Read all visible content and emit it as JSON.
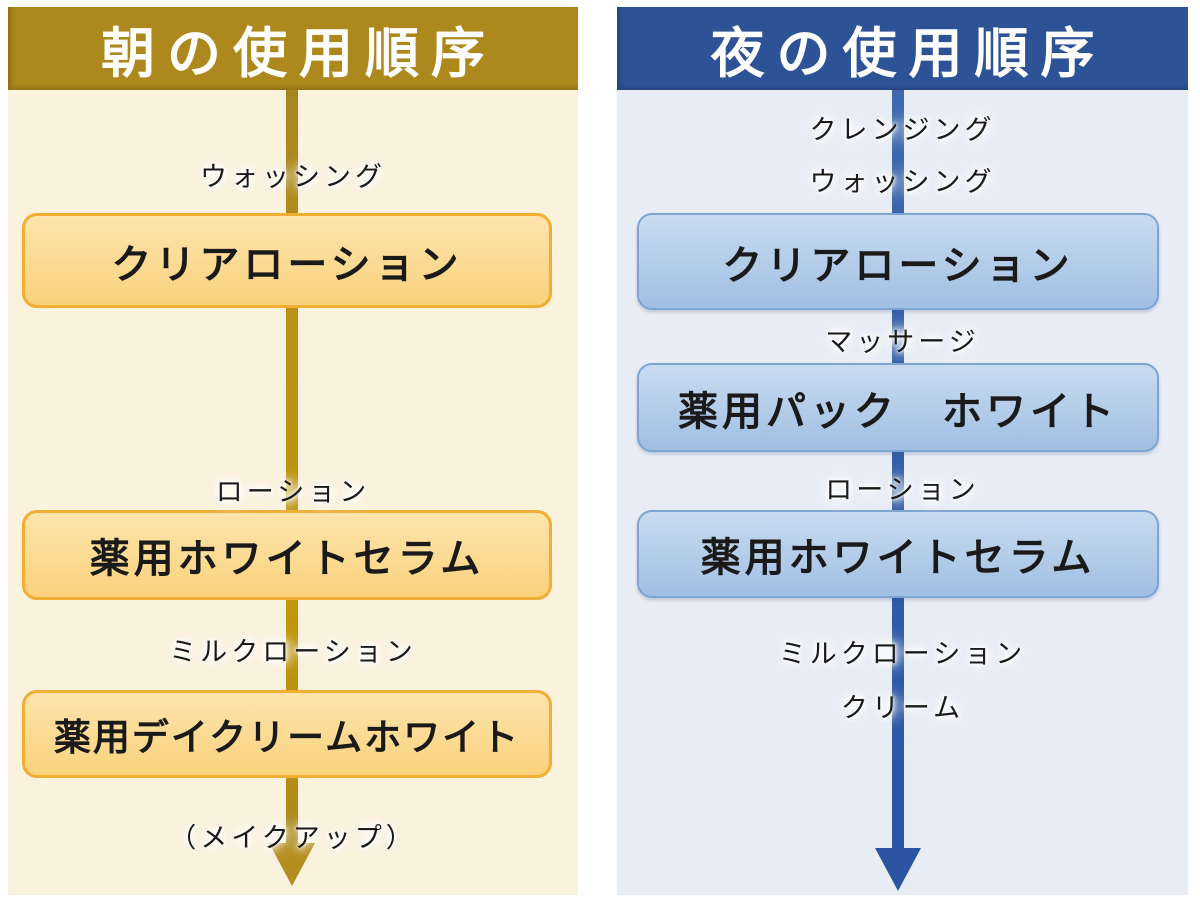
{
  "morning": {
    "title": "朝の使用順序",
    "steps": [
      {
        "kind": "label",
        "text": "ウォッシング"
      },
      {
        "kind": "box",
        "text": "クリアローション"
      },
      {
        "kind": "label",
        "text": "ローション"
      },
      {
        "kind": "box",
        "text": "薬用ホワイトセラム"
      },
      {
        "kind": "label",
        "text": "ミルクローション"
      },
      {
        "kind": "box",
        "text": "薬用デイクリームホワイト"
      },
      {
        "kind": "label",
        "text": "（メイクアップ）"
      }
    ]
  },
  "night": {
    "title": "夜の使用順序",
    "steps": [
      {
        "kind": "label",
        "text": "クレンジング"
      },
      {
        "kind": "label",
        "text": "ウォッシング"
      },
      {
        "kind": "box",
        "text": "クリアローション"
      },
      {
        "kind": "label",
        "text": "マッサージ"
      },
      {
        "kind": "box",
        "text": "薬用パック　ホワイト"
      },
      {
        "kind": "label",
        "text": "ローション"
      },
      {
        "kind": "box",
        "text": "薬用ホワイトセラム"
      },
      {
        "kind": "label",
        "text": "ミルクローション"
      },
      {
        "kind": "label",
        "text": "クリーム"
      }
    ]
  },
  "colors": {
    "morning_header_bg": "#AC881D",
    "morning_panel_bg": "#FAF2DC",
    "morning_box_bg_top": "#FDE4AC",
    "morning_box_bg_bottom": "#FAD27D",
    "morning_box_border": "#F0AF33",
    "morning_arrow": "#B28D1E",
    "night_header_bg": "#2D5296",
    "night_panel_bg": "#E8EDF5",
    "night_box_bg_top": "#C9DBF0",
    "night_box_bg_bottom": "#A0BFE2",
    "night_box_border": "#7CA5D2",
    "night_arrow": "#2B55A3",
    "header_text": "#FFFFFF",
    "body_text": "#1A1A1A"
  }
}
